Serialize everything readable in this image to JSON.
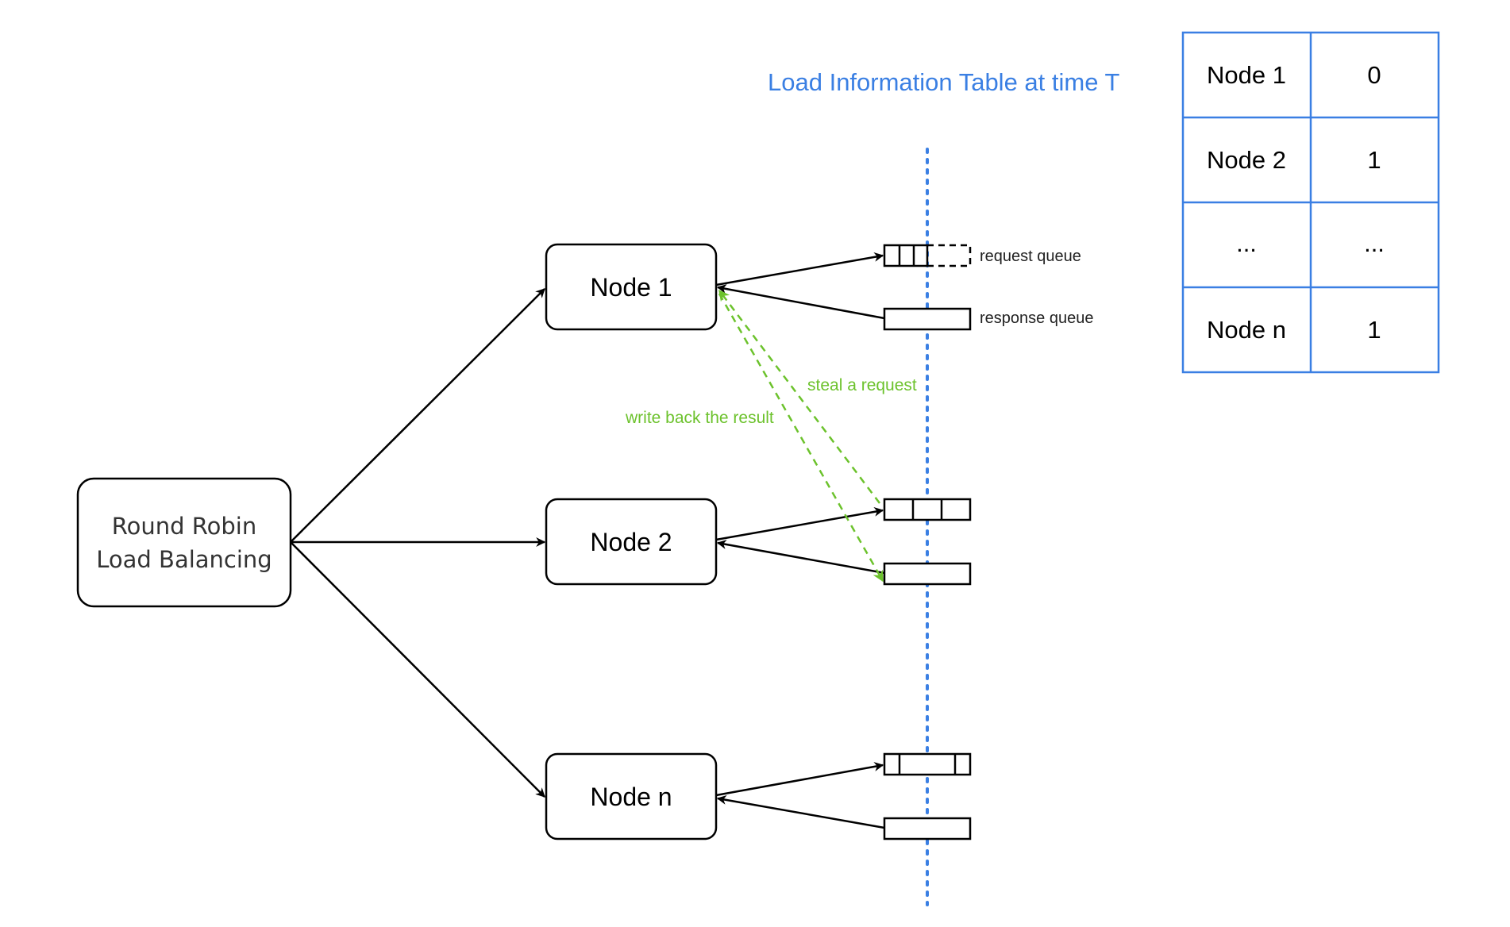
{
  "load_balancer": {
    "line1": "Round Robin",
    "line2": "Load Balancing"
  },
  "nodes": [
    "Node 1",
    "Node 2",
    "Node n"
  ],
  "queues": {
    "request_label": "request queue",
    "response_label": "response queue"
  },
  "steal": {
    "steal_label": "steal a request",
    "write_back_label": "write back the result"
  },
  "table": {
    "title": "Load Information Table at time T",
    "rows": [
      {
        "node": "Node 1",
        "load": "0"
      },
      {
        "node": "Node 2",
        "load": "1"
      },
      {
        "node": "...",
        "load": "..."
      },
      {
        "node": "Node n",
        "load": "1"
      }
    ]
  },
  "colors": {
    "accent_blue": "#3a7fe3",
    "steal_green": "#6cc22c",
    "stroke": "#000000"
  }
}
